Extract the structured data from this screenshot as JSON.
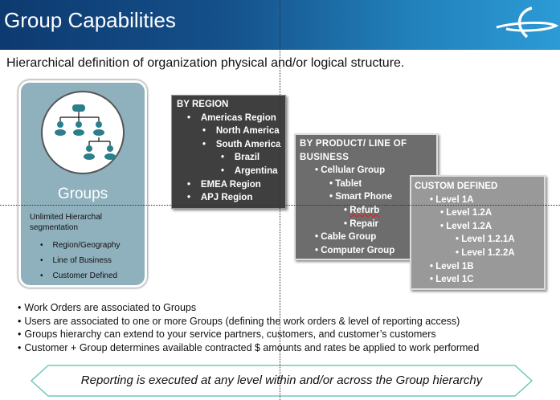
{
  "header": {
    "title": "Group Capabilities",
    "logo_icon": "swoosh-logo-icon"
  },
  "subtitle": "Hierarchical definition of organization physical and/or logical structure.",
  "groups_card": {
    "icon": "org-chart-icon",
    "label": "Groups",
    "description": "Unlimited  Hierarchal segmentation",
    "bullets": [
      "Region/Geography",
      "Line of Business",
      "Customer Defined"
    ]
  },
  "boxes": {
    "region": {
      "title": "BY REGION",
      "items": [
        {
          "label": "Americas Region",
          "level": 1
        },
        {
          "label": "North America",
          "level": 2
        },
        {
          "label": "South America",
          "level": 2
        },
        {
          "label": "Brazil",
          "level": 3
        },
        {
          "label": "Argentina",
          "level": 3
        },
        {
          "label": "EMEA  Region",
          "level": 1
        },
        {
          "label": "APJ Region",
          "level": 1
        }
      ]
    },
    "product": {
      "title": "BY PRODUCT/  LINE  OF BUSINESS",
      "items": [
        {
          "label": "Cellular Group",
          "level": 1
        },
        {
          "label": "Tablet",
          "level": 2
        },
        {
          "label": "Smart Phone",
          "level": 2
        },
        {
          "label": "Refurb",
          "level": 3
        },
        {
          "label": "Repair",
          "level": 3
        },
        {
          "label": "Cable Group",
          "level": 1
        },
        {
          "label": "Computer Group",
          "level": 1
        }
      ]
    },
    "custom": {
      "title": "CUSTOM DEFINED",
      "items": [
        {
          "label": "Level 1A",
          "level": 1
        },
        {
          "label": "Level 1.2A",
          "level": 2
        },
        {
          "label": "Level 1.2A",
          "level": 2
        },
        {
          "label": "Level 1.2.1A",
          "level": 3
        },
        {
          "label": "Level 1.2.2A",
          "level": 3
        },
        {
          "label": "Level 1B",
          "level": 1
        },
        {
          "label": "Level 1C",
          "level": 1
        }
      ]
    }
  },
  "bottom_bullets": [
    "Work Orders are associated to Groups",
    "Users are associated to one or more Groups (defining the work orders & level of reporting access)",
    "Groups hierarchy can extend to your service partners, customers, and customer’s customers",
    "Customer + Group determines available contracted $ amounts and rates be applied to work performed"
  ],
  "banner": {
    "text": "Reporting is executed at any level within  and/or across the Group hierarchy",
    "border_color": "#6cc9b9"
  },
  "colors": {
    "header_dark": "#0d3a70",
    "header_light": "#2c9bd6",
    "card_bg": "#8fb0bd",
    "icon_teal": "#2a7f8a",
    "region_box": "#3f3f3f",
    "product_box": "#6d6d6d",
    "custom_box": "#999999"
  }
}
